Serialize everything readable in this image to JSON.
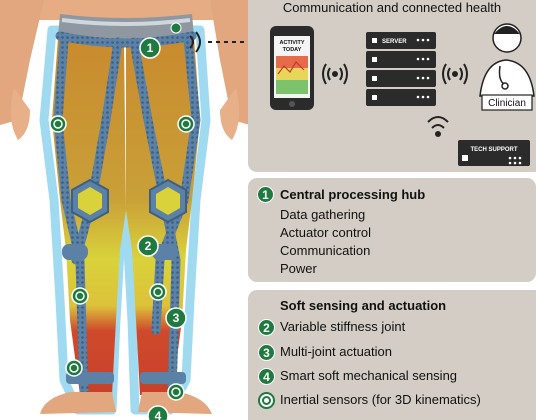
{
  "communication": {
    "title": "Communication and connected health",
    "phone_screen": "ACTIVITY TODAY",
    "server_label": "SERVER",
    "clinician_label": "Clinician",
    "tech_support_label": "TECH SUPPORT"
  },
  "figure_badges": [
    "1",
    "2",
    "3",
    "4"
  ],
  "hub": {
    "badge": "1",
    "title": "Central processing hub",
    "items": [
      "Data gathering",
      "Actuator control",
      "Communication",
      "Power"
    ]
  },
  "soft": {
    "title": "Soft sensing and actuation",
    "items": [
      {
        "badge": "2",
        "label": "Variable stiffness joint"
      },
      {
        "badge": "3",
        "label": "Multi-joint actuation"
      },
      {
        "badge": "4",
        "label": "Smart soft mechanical sensing"
      },
      {
        "badge": "",
        "label": "Inertial sensors (for 3D kinematics)"
      }
    ]
  },
  "colors": {
    "panel": "#d3cdc6",
    "badge_green": "#1e7a3f",
    "suit_orange": "#c98a2e",
    "suit_yellow": "#d9d23a",
    "suit_red": "#cf4a2c",
    "mesh_blue": "#4e7fa8",
    "glow_blue": "#8fd3ef"
  }
}
